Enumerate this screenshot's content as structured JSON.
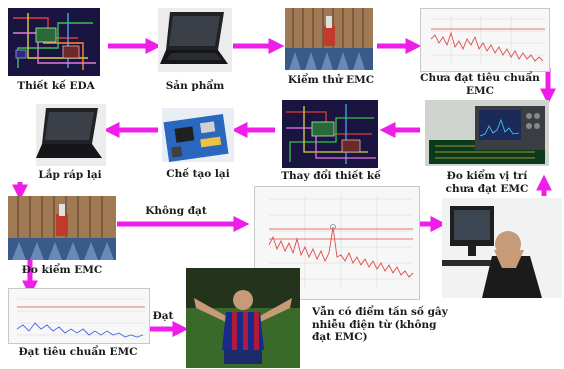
{
  "steps": {
    "eda_design": "Thiết kế EDA",
    "product": "Sản phẩm",
    "emc_test": "Kiểm thử EMC",
    "fail_standard": "Chưa đạt tiêu chuẩn EMC",
    "locate_fail": "Đo kiểm vị trí chưa đạt EMC",
    "change_design": "Thay đổi thiết kế",
    "remanufacture": "Chế tạo lại",
    "reassemble": "Lắp ráp lại",
    "emc_measure": "Đo kiểm EMC",
    "pass_standard": "Đạt tiêu chuẩn EMC",
    "still_fail_note": "Vẫn có điểm tần số gây nhiễu điện từ (không đạt EMC)"
  },
  "edges": {
    "fail": "Không đạt",
    "pass": "Đạt"
  },
  "colors": {
    "arrow": "#ee1ee8",
    "pcb": "#1a1440",
    "chamber": "#8a6040",
    "plot_bg": "#f7f7f7",
    "plot_line": "#e24b4b"
  },
  "icons": [
    "pcb-layout-image",
    "laptop-image",
    "anechoic-chamber-image",
    "spectrum-plot-image",
    "spectrum-analyzer-image",
    "circuit-board-image",
    "frustrated-engineer-image",
    "celebrating-player-image"
  ]
}
